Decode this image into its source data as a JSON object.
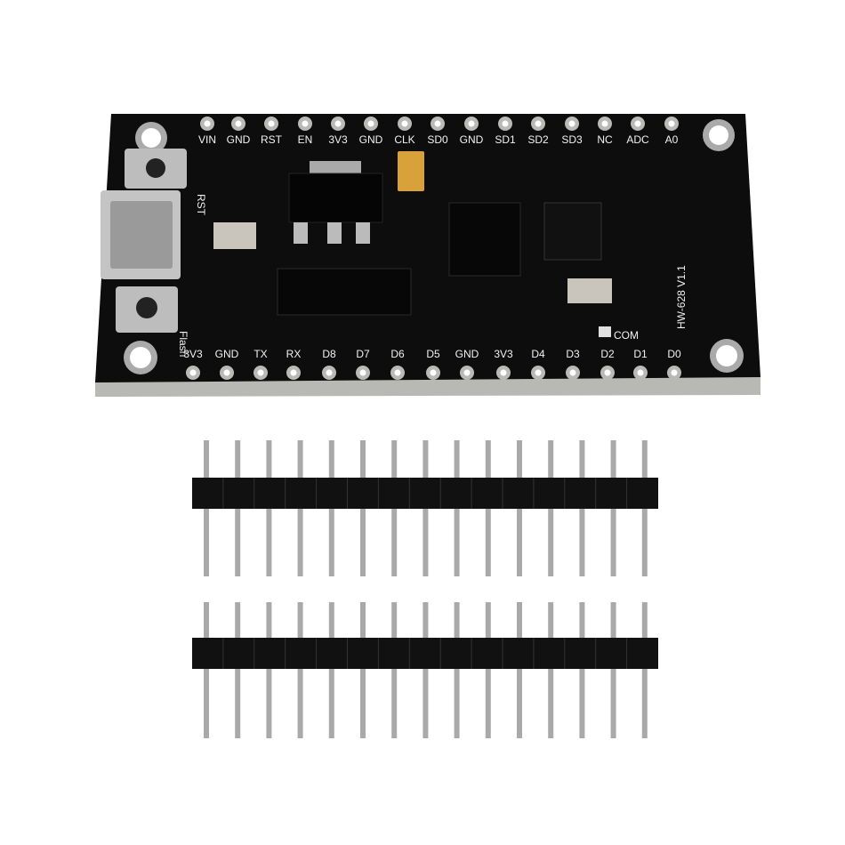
{
  "board": {
    "model": "HW-628 V1.1",
    "top_pins": [
      "VIN",
      "GND",
      "RST",
      "EN",
      "3V3",
      "GND",
      "CLK",
      "SD0",
      "GND",
      "SD1",
      "SD2",
      "SD3",
      "NC",
      "ADC",
      "A0"
    ],
    "bottom_pins": [
      "3V3",
      "GND",
      "TX",
      "RX",
      "D8",
      "D7",
      "D6",
      "D5",
      "GND",
      "3V3",
      "D4",
      "D3",
      "D2",
      "D1",
      "D0"
    ],
    "button_rst": "RST",
    "button_flash": "Flash",
    "led_label": "COM",
    "colors": {
      "pcb": "#0d0d0d",
      "pad": "#b9b9b6",
      "silkscreen": "#f2f2f2",
      "capacitor": "#d9a13a"
    }
  },
  "headers": {
    "count": 2,
    "pins_per_header": 15,
    "colors": {
      "plastic": "#111111",
      "pin": "#a9a9a9"
    }
  }
}
